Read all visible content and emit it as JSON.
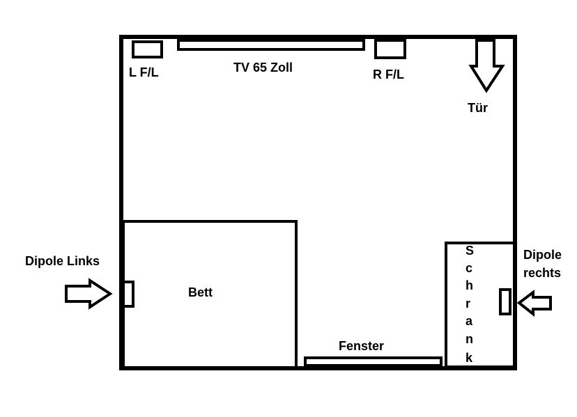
{
  "labels": {
    "left_speaker": "L F/L",
    "tv": "TV 65 Zoll",
    "right_speaker": "R F/L",
    "door": "Tür",
    "dipole_left": "Dipole Links",
    "dipole_right_line1": "Dipole",
    "dipole_right_line2": "rechts",
    "bed": "Bett",
    "window": "Fenster",
    "wardrobe_letters": [
      "S",
      "c",
      "h",
      "r",
      "a",
      "n",
      "k"
    ]
  },
  "colors": {
    "stroke": "#000000",
    "background": "#ffffff"
  }
}
